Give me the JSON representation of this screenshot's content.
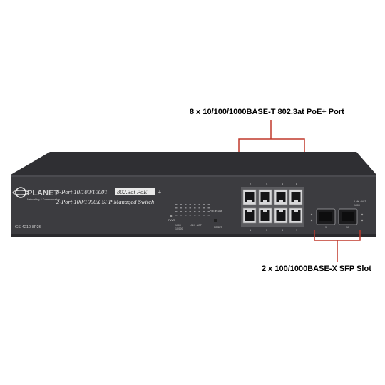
{
  "annotations": {
    "top_label": "8 x 10/100/1000BASE-T 802.3at PoE+ Port",
    "bottom_label": "2 x 100/1000BASE-X SFP Slot"
  },
  "device": {
    "brand": "PLANET",
    "brand_tagline": "Networking & Communication",
    "description_line1_prefix": "8-Port 10/100/1000T",
    "description_highlight": "802.3at PoE",
    "description_line1_suffix": "+",
    "description_line2": "2-Port 100/1000X SFP Managed Switch",
    "model": "GS-4210-8P2S",
    "pwr_label": "PWR",
    "poe_in_use_label": "PoE In-Use",
    "reset_label": "RESET",
    "legend_1000": "1000",
    "legend_10_100": "10/100",
    "legend_lnk_act": "LNK · ACT",
    "sfp_legend_1": "LNK · ACT",
    "sfp_legend_2": "1000",
    "top_port_numbers": [
      "2",
      "4",
      "6",
      "8"
    ],
    "bottom_port_numbers": [
      "1",
      "3",
      "5",
      "7"
    ],
    "sfp_numbers": [
      "9",
      "10"
    ]
  },
  "colors": {
    "chassis": "#3c3c40",
    "callout_line": "#c0392b",
    "port_frame": "#c0392b",
    "text_white": "#e8e8e8"
  }
}
